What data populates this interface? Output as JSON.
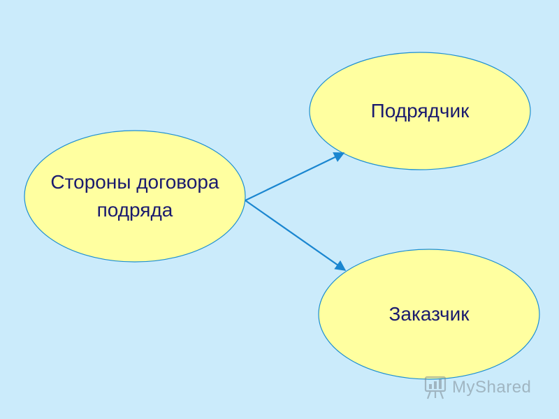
{
  "diagram": {
    "nodes": {
      "root": "Стороны договора\nподряда",
      "contractor": "Подрядчик",
      "customer": "Заказчик"
    },
    "edges": [
      {
        "from": "root",
        "to": "contractor"
      },
      {
        "from": "root",
        "to": "customer"
      }
    ],
    "colors": {
      "background": "#cbebfb",
      "node_fill": "#ffffa0",
      "node_border": "#1d8fd2",
      "arrow": "#1a86d0",
      "text": "#1a1a6e"
    }
  },
  "watermark": {
    "text": "MyShared",
    "icon": "presentation-board-icon"
  }
}
